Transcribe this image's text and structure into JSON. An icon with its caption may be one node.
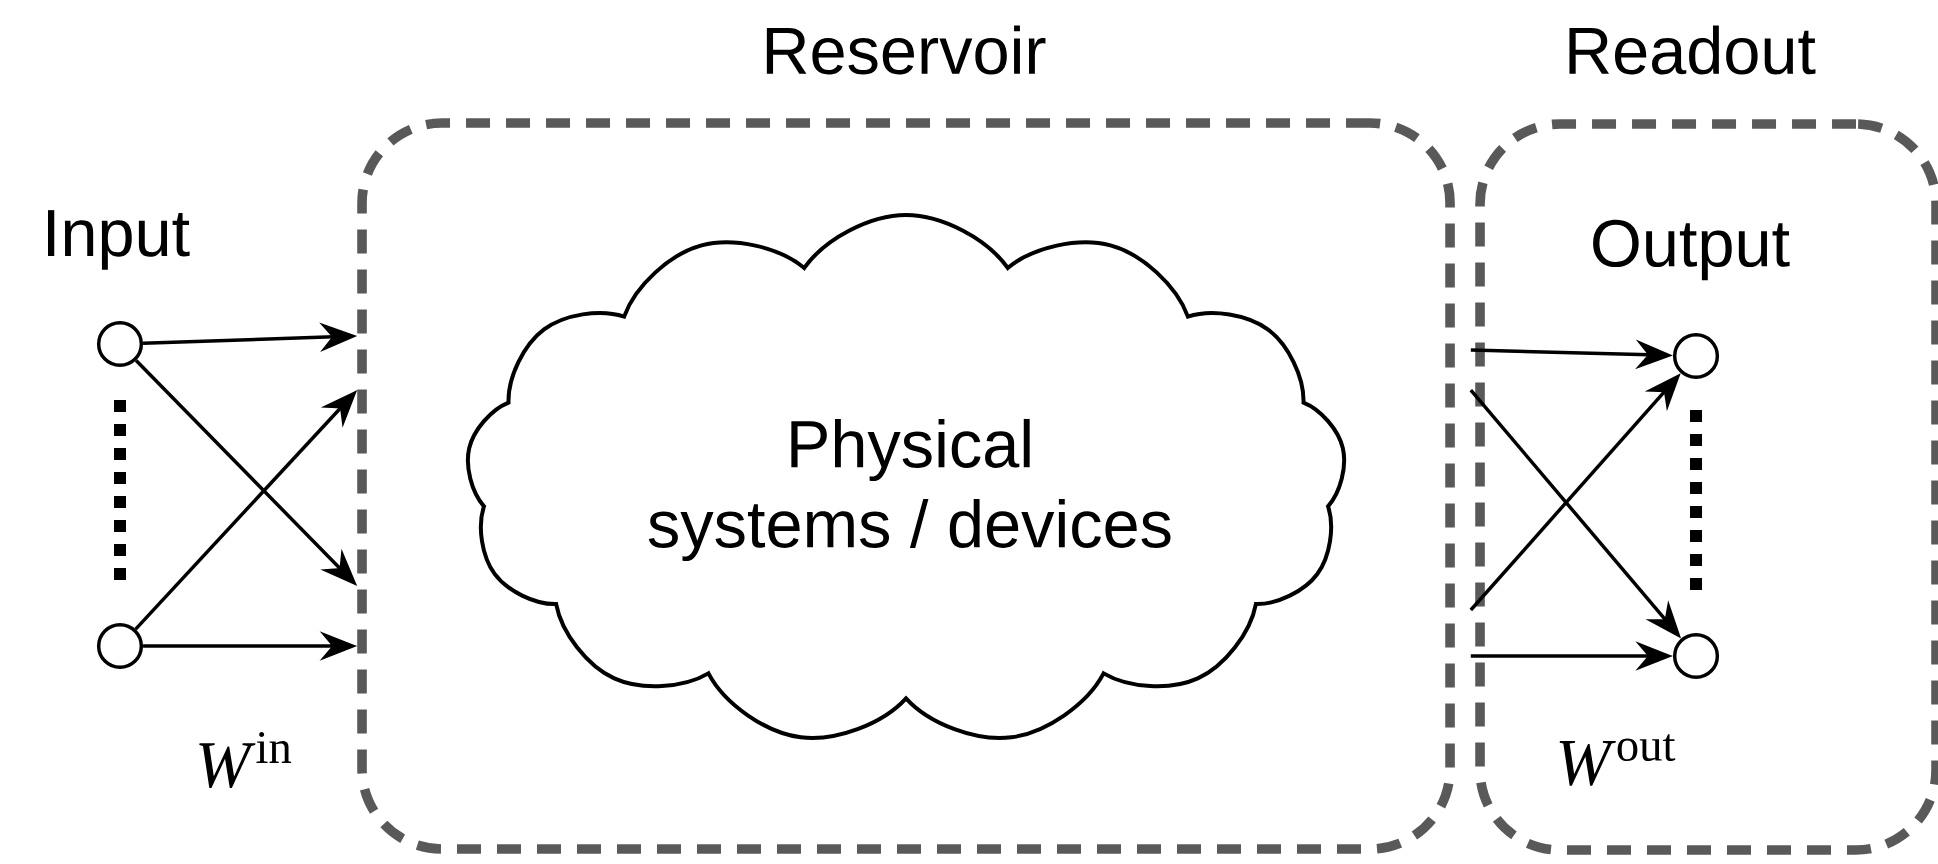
{
  "diagram": {
    "nodes": [
      {
        "text": [
          "Reservoir"
        ]
      },
      {
        "text": [
          "Physical systems / devices"
        ],
        "in": 0
      },
      {
        "text": [
          "Readout"
        ]
      },
      {
        "text": [],
        "shape": "circle",
        "beside": [
          "Input"
        ]
      },
      {
        "text": [],
        "shape": "circle"
      },
      {
        "text": [],
        "shape": "circle",
        "in": 2,
        "beside": [
          "Output"
        ]
      },
      {
        "text": [],
        "shape": "circle",
        "in": 2
      }
    ],
    "edges": [
      {
        "from": 3,
        "to": 0,
        "arrow": "to"
      },
      {
        "from": 3,
        "to": 0,
        "arrow": "to"
      },
      {
        "from": 4,
        "to": 0,
        "arrow": "to"
      },
      {
        "from": 4,
        "to": 0,
        "arrow": "to"
      },
      {
        "from": 0,
        "to": 5,
        "arrow": "to"
      },
      {
        "from": 0,
        "to": 6,
        "arrow": "to"
      },
      {
        "from": 0,
        "to": 5,
        "arrow": "to"
      },
      {
        "from": 0,
        "to": 6,
        "arrow": "to"
      }
    ],
    "labels": [
      "*W*$^{in}$",
      "*W*$^{out}$"
    ]
  }
}
